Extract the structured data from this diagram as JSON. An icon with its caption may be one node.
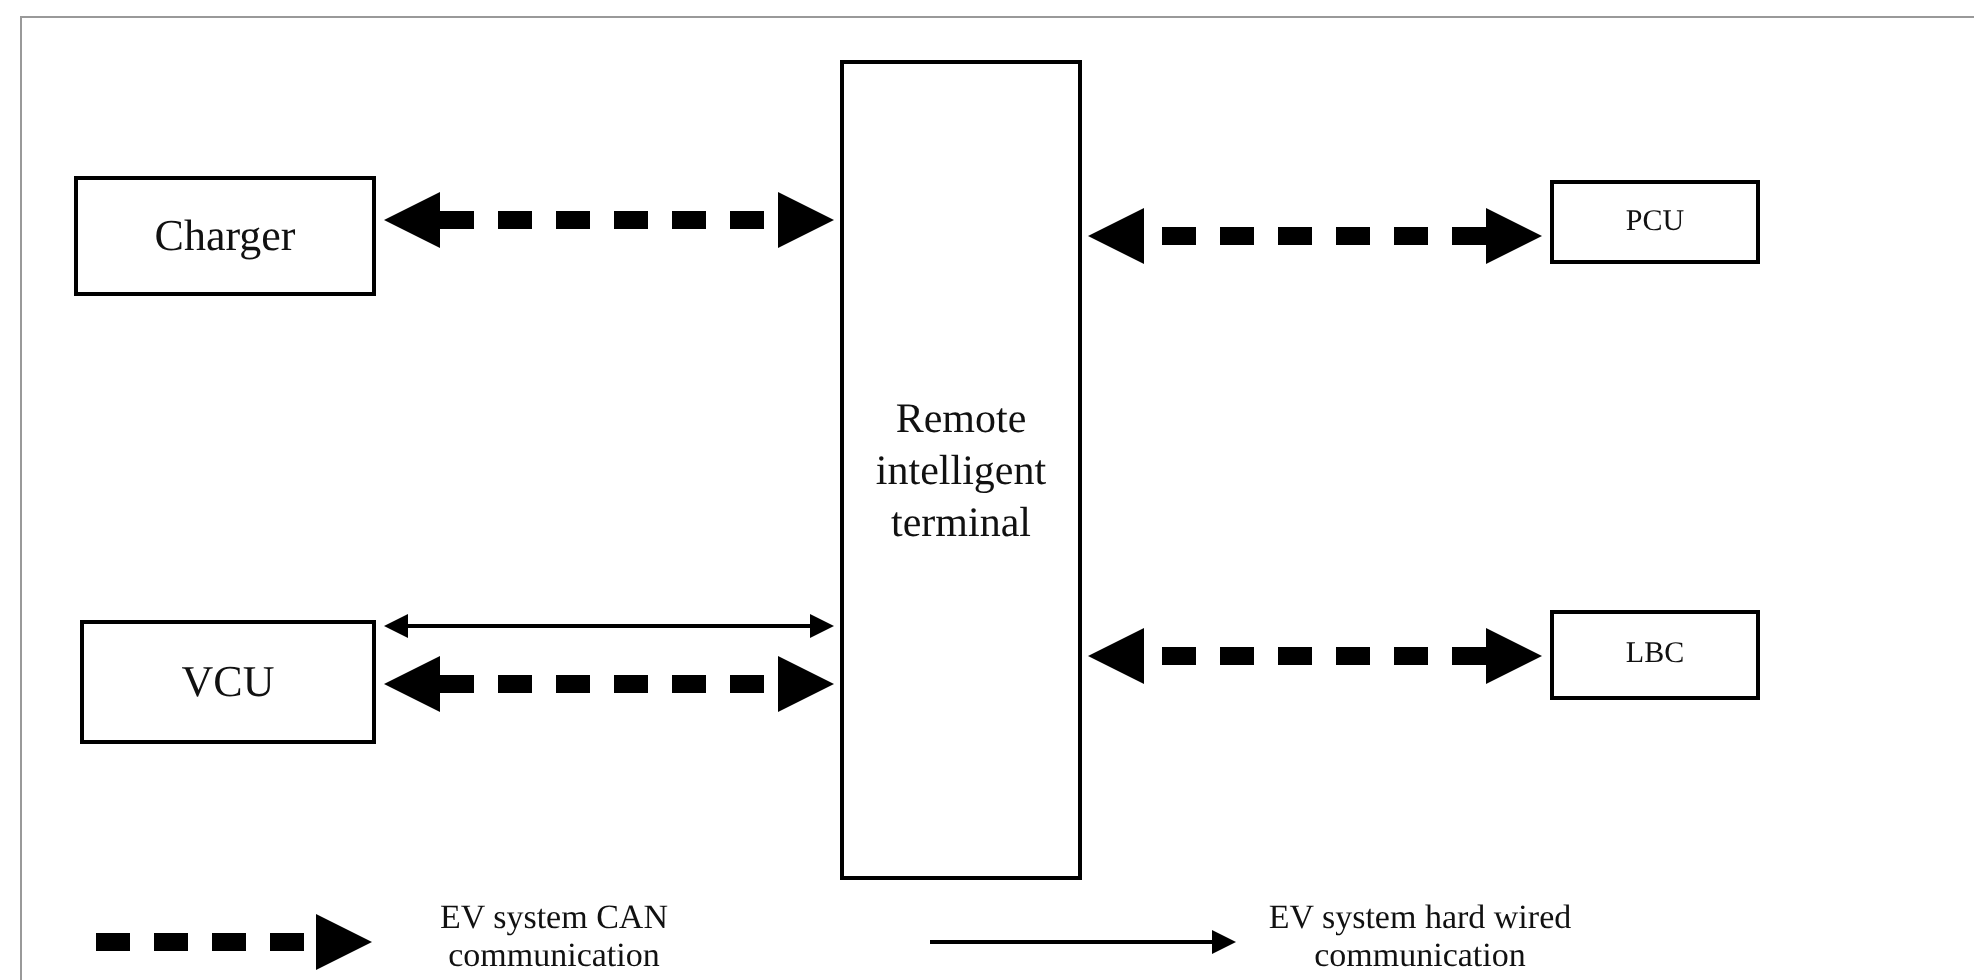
{
  "diagram": {
    "nodes": [
      {
        "text": [
          "Charger"
        ]
      },
      {
        "text": [
          "Remote intelligent terminal"
        ]
      },
      {
        "text": [
          "PCU"
        ]
      },
      {
        "text": [
          "VCU"
        ]
      },
      {
        "text": [
          "LBC"
        ]
      }
    ],
    "edges": [
      {
        "from": 0,
        "to": 1,
        "arrow": "both",
        "style": "dashed"
      },
      {
        "from": 2,
        "to": 1,
        "arrow": "both",
        "style": "dashed"
      },
      {
        "from": 3,
        "to": 1,
        "arrow": "both"
      },
      {
        "from": 3,
        "to": 1,
        "arrow": "both",
        "style": "dashed"
      },
      {
        "from": 4,
        "to": 1,
        "arrow": "both",
        "style": "dashed"
      }
    ],
    "legend": [
      {
        "text": "EV system CAN communication"
      },
      {
        "text": "EV system hard wired communication"
      }
    ]
  }
}
